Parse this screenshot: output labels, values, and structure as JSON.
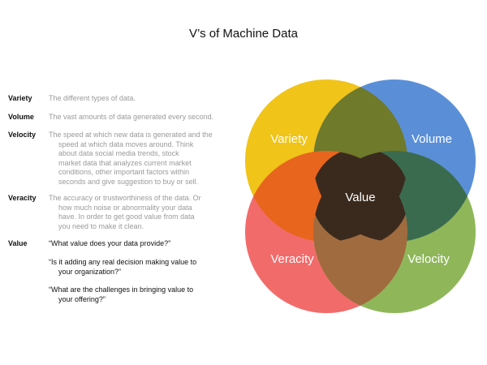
{
  "title": "V’s of Machine Data",
  "definitions": [
    {
      "term": "Variety",
      "lines": [
        "The different types of data."
      ]
    },
    {
      "term": "Volume",
      "lines": [
        "The vast amounts of data generated every second."
      ]
    },
    {
      "term": "Velocity",
      "lines": [
        "The speed at which new data is generated and the",
        "speed at which data moves around. Think",
        "about data social media trends, stock",
        "market data that analyzes current market",
        "conditions, other important factors within",
        "seconds and give suggestion to buy or sell."
      ]
    },
    {
      "term": "Veracity",
      "lines": [
        "The accuracy or trustworthiness of the data. Or",
        "how much noise or abnormality your data",
        "have. In order to get good value from data",
        "you need to make it clean."
      ]
    }
  ],
  "value_section": {
    "term": "Value",
    "questions": [
      [
        "“What value does your data provide?”"
      ],
      [
        "“Is it adding any real decision making value to",
        "your organization?”"
      ],
      [
        "“What are the challenges in bringing value to",
        "your offering?”"
      ]
    ]
  },
  "venn": {
    "circles": [
      {
        "label": "Variety",
        "color": "#f0c419"
      },
      {
        "label": "Volume",
        "color": "#5a8fd8"
      },
      {
        "label": "Veracity",
        "color": "#f26b6b"
      },
      {
        "label": "Velocity",
        "color": "#8fb75a"
      }
    ],
    "center_label": "Value",
    "region_colors": {
      "variety_volume": "#6f7a2b",
      "variety_veracity": "#e8651e",
      "volume_velocity": "#3b6b4f",
      "veracity_velocity": "#a06b3e",
      "center": "#3a2a1e"
    }
  }
}
